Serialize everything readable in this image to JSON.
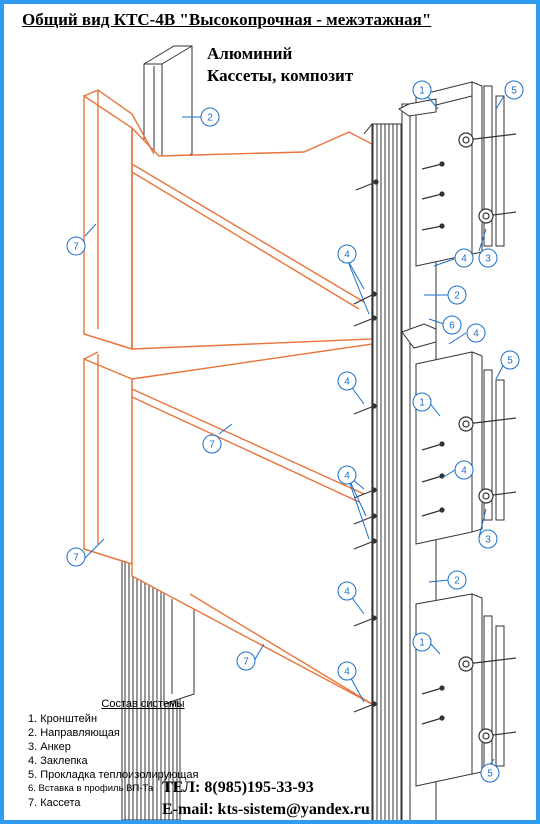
{
  "title": "Общий вид КТС-4В \"Высокопрочная - межэтажная\"",
  "subtitle_material": "Алюминий",
  "subtitle_cladding": "Кассеты, композит",
  "legend": {
    "heading": "Состав системы",
    "items": [
      "1. Кронштейн",
      "2. Направляющая",
      "3. Анкер",
      "4. Заклепка",
      "5. Прокладка теплоизолирующая",
      "6. Вставка в профиль ВП-Та",
      "7. Кассета"
    ]
  },
  "contacts": {
    "phone": "ТЕЛ: 8(985)195-33-93",
    "email": "E-mail: kts-sistem@yandex.ru"
  },
  "callouts": {
    "c1a": "1",
    "c1b": "1",
    "c1c": "1",
    "c2a": "2",
    "c2b": "2",
    "c2c": "2",
    "c3a": "3",
    "c3b": "3",
    "c4a": "4",
    "c4b": "4",
    "c4c": "4",
    "c4d": "4",
    "c4e": "4",
    "c4f": "4",
    "c4g": "4",
    "c4h": "4",
    "c5a": "5",
    "c5b": "5",
    "c5c": "5",
    "c6a": "6",
    "c7a": "7",
    "c7b": "7",
    "c7c": "7",
    "c7d": "7"
  },
  "colors": {
    "frame": "#2e9cf0",
    "cassette_line": "#e8743b",
    "callout": "#1a6fc9",
    "steel": "#333333"
  }
}
